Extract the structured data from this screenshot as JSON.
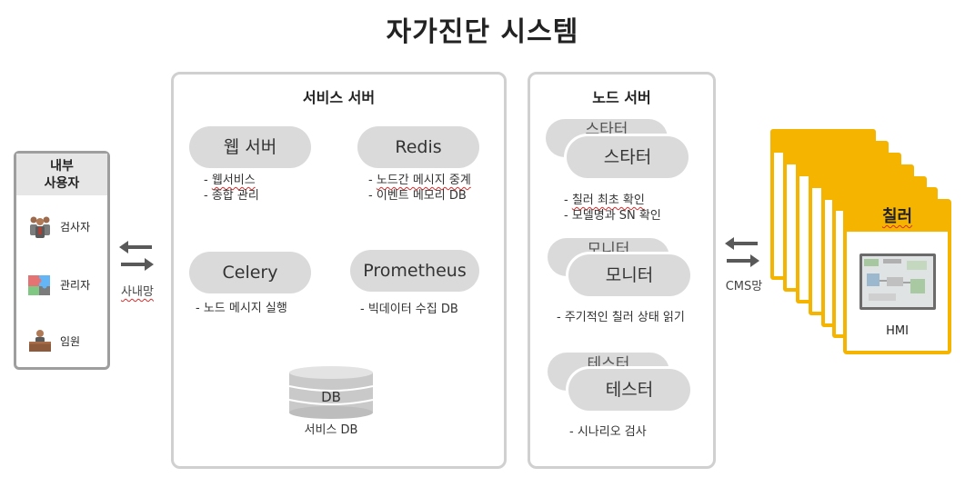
{
  "title": "자가진단 시스템",
  "internal_users": {
    "title_line1": "내부",
    "title_line2": "사용자",
    "users": [
      "검사자",
      "관리자",
      "임원"
    ]
  },
  "left_link": {
    "label": "사내망"
  },
  "right_link": {
    "label": "CMS망"
  },
  "service_server": {
    "title": "서비스 서버",
    "web": {
      "label": "웹 서버",
      "notes": [
        "웹서비스",
        "종합 관리"
      ]
    },
    "redis": {
      "label": "Redis",
      "notes": [
        "노드간 메시지 중계",
        "이벤트 메모리 DB"
      ]
    },
    "celery": {
      "label": "Celery",
      "notes": [
        "노드 메시지 실행"
      ]
    },
    "prometheus": {
      "label": "Prometheus",
      "notes": [
        "빅데이터 수집 DB"
      ]
    },
    "db": {
      "label": "DB",
      "caption": "서비스 DB"
    }
  },
  "node_server": {
    "title": "노드 서버",
    "starter": {
      "label": "스타터",
      "notes": [
        "칠러 최초 확인",
        "모델명과 SN 확인"
      ]
    },
    "monitor": {
      "label": "모니터",
      "notes": [
        "주기적인 칠러 상태 읽기"
      ]
    },
    "tester": {
      "label": "테스터",
      "notes": [
        "시나리오 검사"
      ]
    }
  },
  "chiller": {
    "label": "칠러",
    "screen_label": "HMI"
  },
  "colors": {
    "accent": "#f4b400",
    "pill": "#dadada",
    "panel_border": "#d0d0d0"
  }
}
